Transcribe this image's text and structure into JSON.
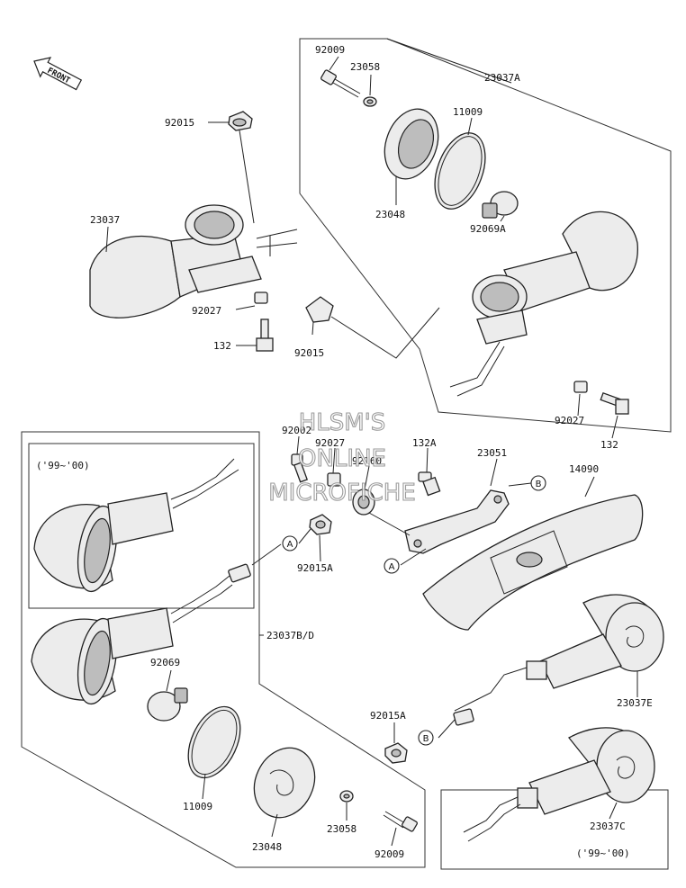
{
  "front_label": "FRONT",
  "watermark": [
    "HLSM'S",
    "ONLINE",
    "MICROFICHE"
  ],
  "part_numbers": {
    "p23037": "23037",
    "p92015_top": "92015",
    "p92027_left": "92027",
    "p132_left": "132",
    "p92015_mid": "92015",
    "p92009_top": "92009",
    "p23058_top": "23058",
    "p23037A": "23037A",
    "p11009_top": "11009",
    "p23048_top": "23048",
    "p92069A": "92069A",
    "p92027_right": "92027",
    "p132_right": "132",
    "p92002": "92002",
    "p92027_center": "92027",
    "p92160": "92160",
    "p132A": "132A",
    "p23051": "23051",
    "p14090": "14090",
    "p92015A_left": "92015A",
    "p23037BD": "23037B/D",
    "p92069": "92069",
    "p11009_bottom": "11009",
    "p23048_bottom": "23048",
    "p23058_bottom": "23058",
    "p92009_bottom": "92009",
    "p92015A_right": "92015A",
    "p23037E": "23037E",
    "p23037C": "23037C"
  },
  "year_notes": {
    "left": "('99~'00)",
    "right": "('99~'00)"
  },
  "ref_letters": {
    "A1": "A",
    "A2": "A",
    "B1": "B",
    "B2": "B"
  }
}
